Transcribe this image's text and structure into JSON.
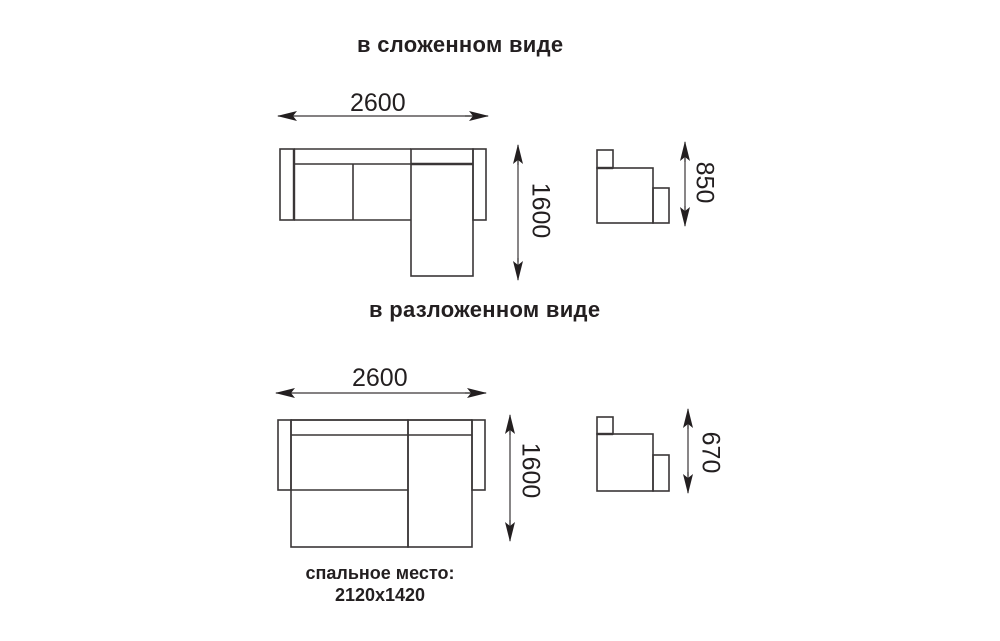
{
  "folded": {
    "title": "в сложенном виде",
    "width_label": "2600",
    "depth_label": "1600",
    "height_label": "850"
  },
  "unfolded": {
    "title": "в разложенном виде",
    "width_label": "2600",
    "depth_label": "1600",
    "height_label": "670"
  },
  "sleeping_area": {
    "label": "спальное место:",
    "size": "2120x1420"
  },
  "colors": {
    "line": "#3a3637",
    "text": "#231f20",
    "background": "#ffffff"
  }
}
